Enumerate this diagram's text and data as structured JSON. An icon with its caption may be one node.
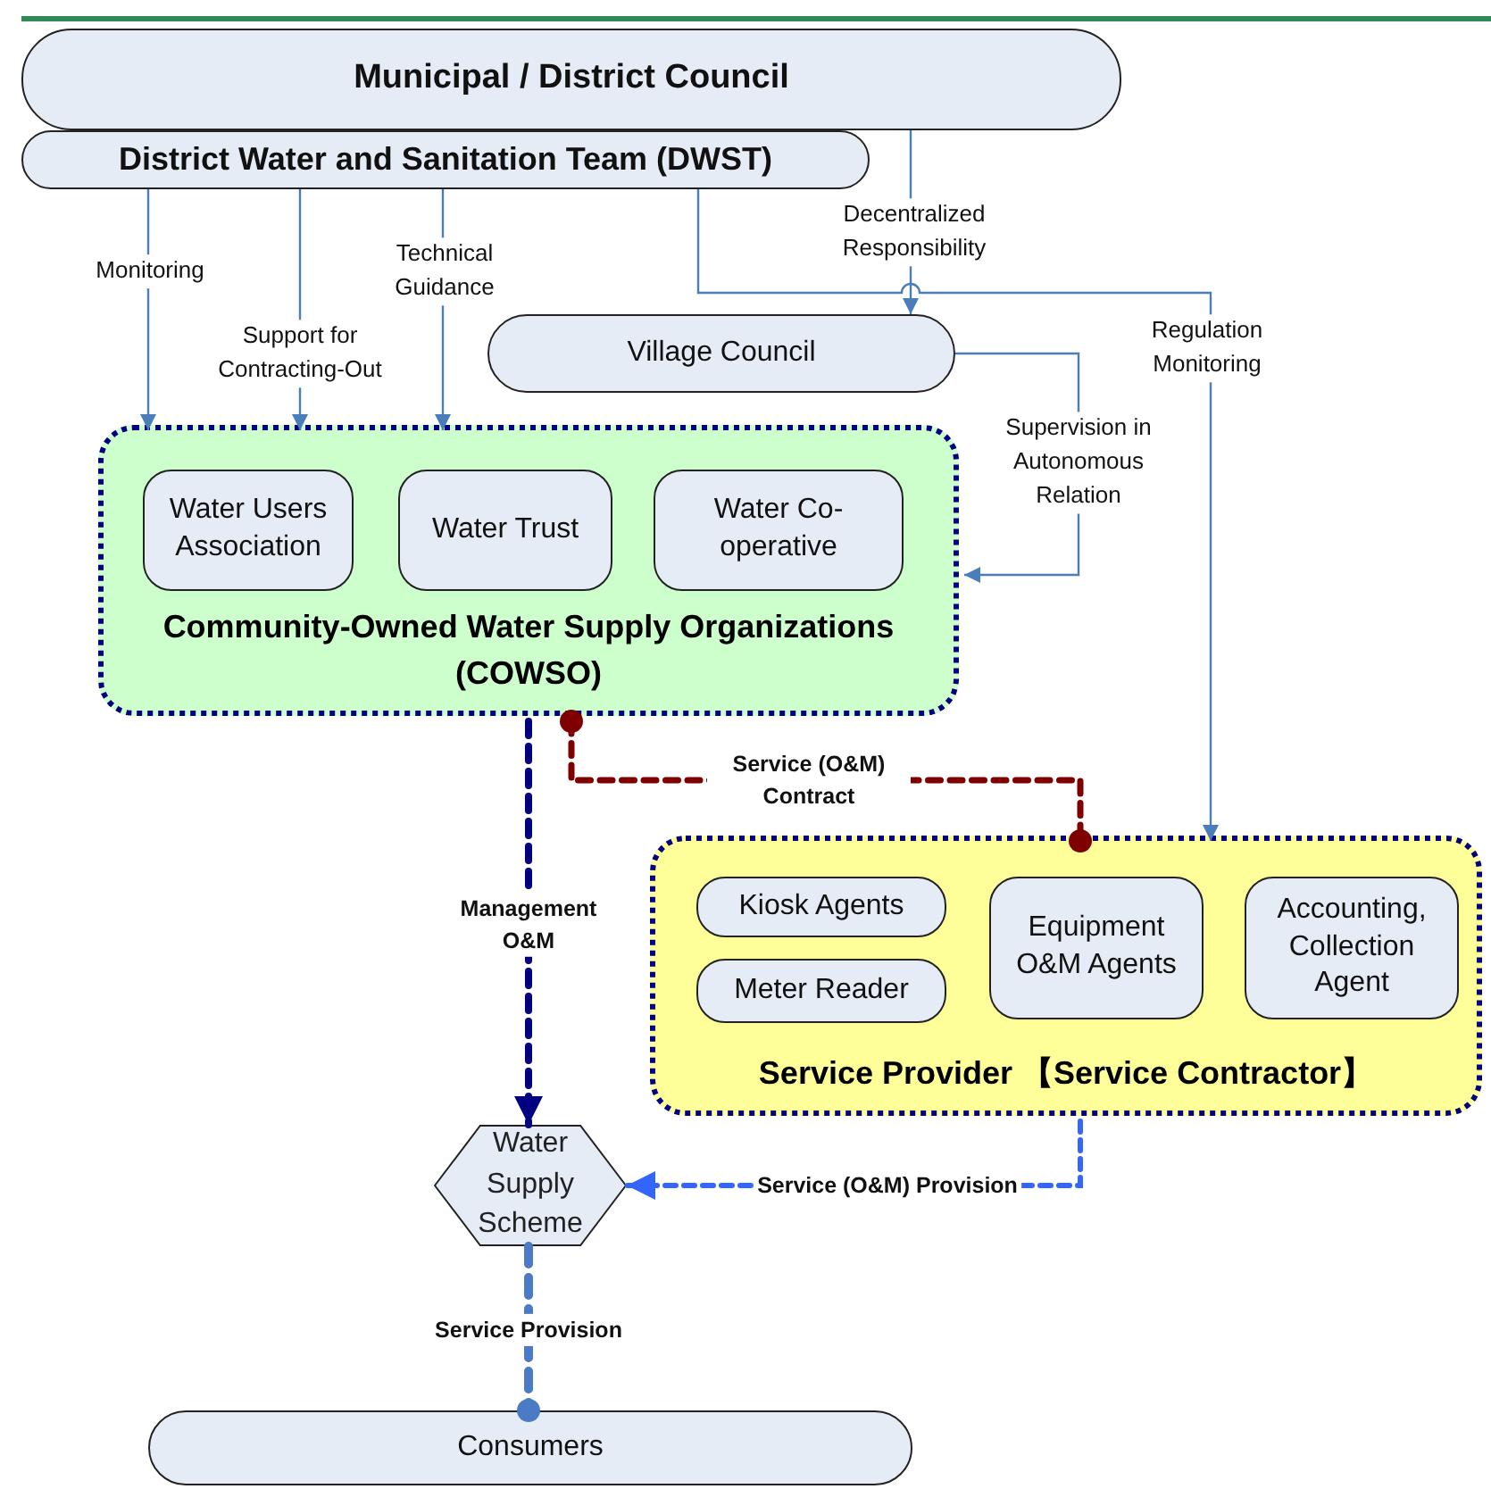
{
  "diagram": {
    "nodes": [
      {
        "text": [
          "Municipal / District Council"
        ]
      },
      {
        "text": [
          "District Water and Sanitation Team (DWST)"
        ]
      },
      {
        "text": [
          "Village Council"
        ]
      },
      {
        "text": [
          "Community-Owned Water Supply Organizations (COWSO)"
        ]
      },
      {
        "text": [
          "Water Users Association"
        ],
        "in": 3
      },
      {
        "text": [
          "Water Trust"
        ],
        "in": 3
      },
      {
        "text": [
          "Water Co-operative"
        ],
        "in": 3
      },
      {
        "text": [
          "Service Provider 【Service Contractor】"
        ]
      },
      {
        "text": [
          "Kiosk Agents"
        ],
        "in": 7
      },
      {
        "text": [
          "Meter Reader"
        ],
        "in": 7
      },
      {
        "text": [
          "Equipment O&M Agents"
        ],
        "in": 7
      },
      {
        "text": [
          "Accounting, Collection Agent"
        ],
        "in": 7
      },
      {
        "text": [
          "Water Supply Scheme"
        ]
      },
      {
        "text": [
          "Consumers"
        ]
      }
    ],
    "edges": [
      {
        "from": 1,
        "to": 3,
        "arrow": "to",
        "label": "Monitoring"
      },
      {
        "from": 1,
        "to": 3,
        "arrow": "to",
        "label": "Support for Contracting-Out"
      },
      {
        "from": 1,
        "to": 3,
        "arrow": "to",
        "label": "Technical Guidance"
      },
      {
        "from": 0,
        "to": 2,
        "arrow": "to",
        "label": "Decentralized Responsibility"
      },
      {
        "from": 1,
        "to": 7,
        "arrow": "to",
        "label": "Regulation Monitoring"
      },
      {
        "from": 2,
        "to": 3,
        "arrow": "to",
        "label": "Supervision in Autonomous Relation"
      },
      {
        "from": 3,
        "to": 7,
        "arrow": "other",
        "label": "Service (O&M) Contract",
        "style": "dashed",
        "color": "#7f0000"
      },
      {
        "from": 3,
        "to": 12,
        "arrow": "to",
        "label": "Management O&M",
        "style": "dashed",
        "color": "#000080"
      },
      {
        "from": 7,
        "to": 12,
        "arrow": "to",
        "label": "Service (O&M) Provision",
        "style": "dashed",
        "color": "#3366ff"
      },
      {
        "from": 12,
        "to": 13,
        "arrow": "other",
        "label": "Service Provision",
        "style": "dashed",
        "color": "#4a7bc4"
      }
    ]
  }
}
